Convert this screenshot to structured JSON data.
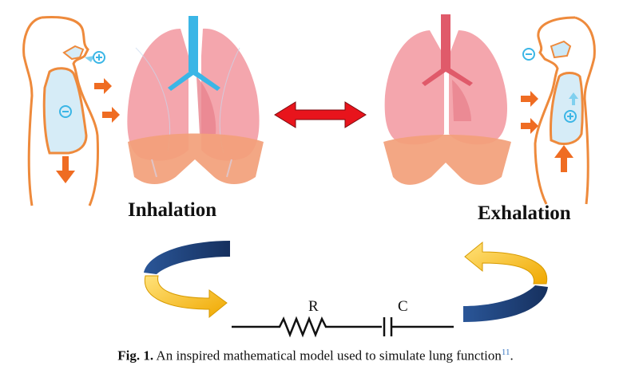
{
  "labels": {
    "inhalation": "Inhalation",
    "exhalation": "Exhalation",
    "resistor": "R",
    "capacitor": "C",
    "minus_sign": "⊖",
    "plus_sign": "⊕"
  },
  "caption": {
    "fig": "Fig. 1.",
    "text": "An inspired mathematical model used to simulate lung function",
    "ref": "11",
    "end": "."
  },
  "colors": {
    "lung_pink": "#f4a6ad",
    "lung_dark": "#e8838d",
    "diaphragm": "#f2a07a",
    "airway_blue": "#3bb6e6",
    "airway_red": "#e05a6a",
    "body_outline": "#ee8a3c",
    "arrow_orange": "#ef6c22",
    "arrow_red": "#e8141c",
    "cycle_navy": "#1f3f7a",
    "cycle_gold": "#f5b800"
  }
}
